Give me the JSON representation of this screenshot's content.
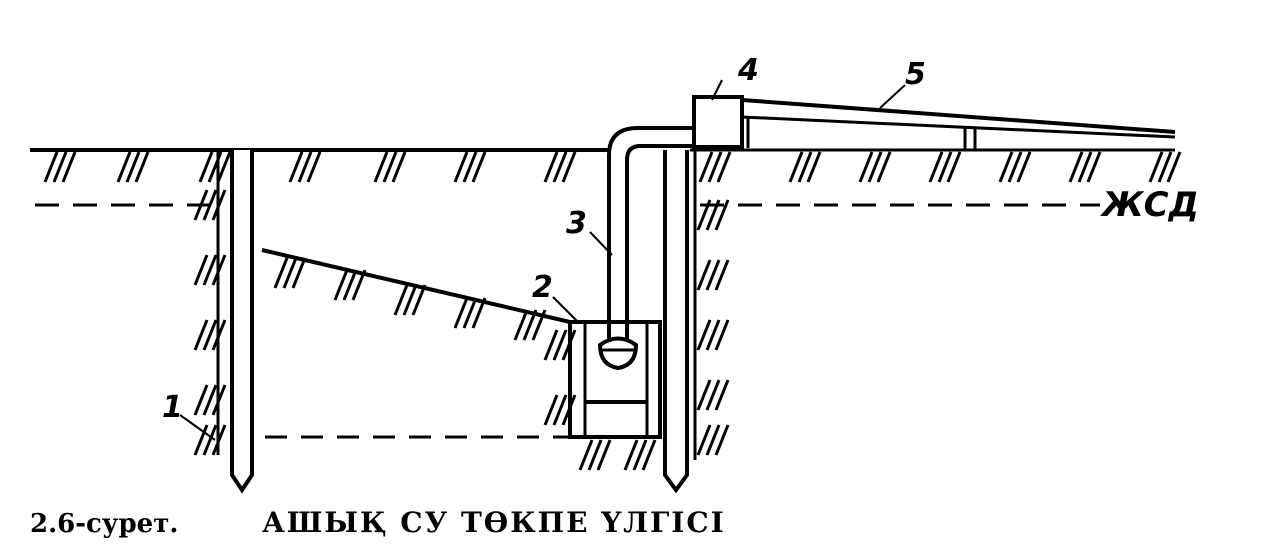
{
  "figure": {
    "caption": "2.6-сурет.",
    "title": "АШЫҚ  СУ  ТӨКПЕ  ҮЛГІСІ",
    "water_level_label": "ЖСД",
    "labels": {
      "l1": "1",
      "l2": "2",
      "l3": "3",
      "l4": "4",
      "l5": "5"
    }
  }
}
